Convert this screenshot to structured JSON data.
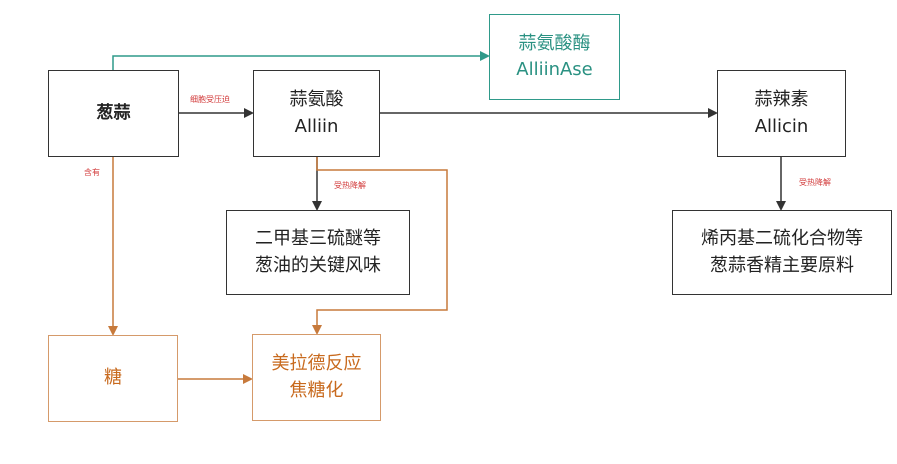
{
  "diagram": {
    "nodes": {
      "scallion_garlic": {
        "label": "葱蒜"
      },
      "alliin": {
        "line1": "蒜氨酸",
        "line2": "Alliin"
      },
      "alliinase": {
        "line1": "蒜氨酸酶",
        "line2": "AlliinAse"
      },
      "allicin": {
        "line1": "蒜辣素",
        "line2": "Allicin"
      },
      "dimethyl_trisulfide": {
        "line1": "二甲基三硫醚等",
        "line2": "葱油的关键风味"
      },
      "allyl_sulfides": {
        "line1": "烯丙基二硫化合物等",
        "line2": "葱蒜香精主要原料"
      },
      "sugar": {
        "label": "糖"
      },
      "maillard": {
        "line1": "美拉德反应",
        "line2": "焦糖化"
      }
    },
    "edge_labels": {
      "cell_pressure": "细胞受压迫",
      "contains": "含有",
      "heat_degrade_1": "受热降解",
      "heat_degrade_2": "受热降解"
    },
    "colors": {
      "black_arrow": "#333333",
      "teal_arrow": "#2f9a8a",
      "orange_arrow": "#c77a3c",
      "label_red": "#d23a3a"
    }
  }
}
